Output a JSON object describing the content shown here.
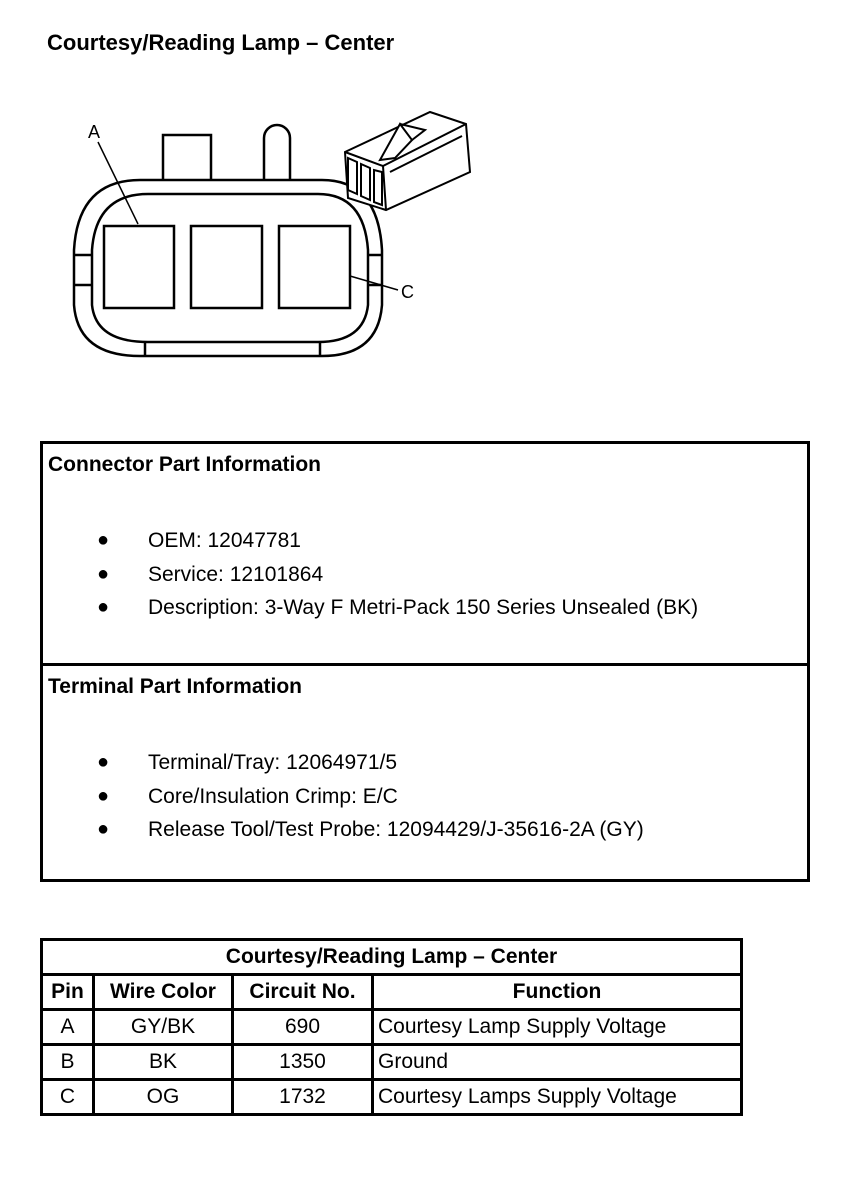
{
  "page_title": "Courtesy/Reading Lamp – Center",
  "diagram": {
    "label_a": "A",
    "label_c": "C"
  },
  "connector_info": {
    "title": "Connector Part Information",
    "items": [
      "OEM: 12047781",
      "Service: 12101864",
      "Description: 3-Way F Metri-Pack 150 Series Unsealed (BK)"
    ]
  },
  "terminal_info": {
    "title": "Terminal Part Information",
    "items": [
      "Terminal/Tray: 12064971/5",
      "Core/Insulation Crimp: E/C",
      "Release Tool/Test Probe: 12094429/J-35616-2A (GY)"
    ]
  },
  "pin_table": {
    "title": "Courtesy/Reading Lamp – Center",
    "headers": [
      "Pin",
      "Wire Color",
      "Circuit No.",
      "Function"
    ],
    "rows": [
      [
        "A",
        "GY/BK",
        "690",
        "Courtesy Lamp Supply Voltage"
      ],
      [
        "B",
        "BK",
        "1350",
        "Ground"
      ],
      [
        "C",
        "OG",
        "1732",
        "Courtesy Lamps Supply Voltage"
      ]
    ]
  }
}
